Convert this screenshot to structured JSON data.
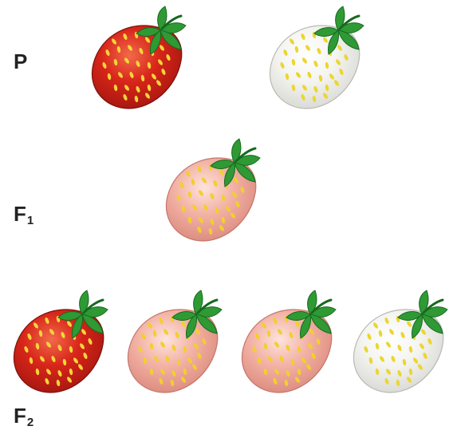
{
  "generations": [
    {
      "id": "P",
      "label": "P",
      "subscript": "",
      "fruits": [
        "red",
        "white"
      ]
    },
    {
      "id": "F1",
      "label": "F",
      "subscript": "1",
      "fruits": [
        "pink"
      ]
    },
    {
      "id": "F2",
      "label": "F",
      "subscript": "2",
      "fruits": [
        "red",
        "pink",
        "pink",
        "white"
      ]
    }
  ],
  "fruit_colors": {
    "red": {
      "body_light": "#f26a4a",
      "body_mid": "#d8261a",
      "body_dark": "#a1150f",
      "edge": "#7a110c",
      "seed": "#f5d53a"
    },
    "pink": {
      "body_light": "#fde3dc",
      "body_mid": "#f3b3a6",
      "body_dark": "#d9877a",
      "edge": "#c2776b",
      "seed": "#f2cf2e"
    },
    "white": {
      "body_light": "#ffffff",
      "body_mid": "#f4f4f1",
      "body_dark": "#d6d6d2",
      "edge": "#b9b9b4",
      "seed": "#ecd62f"
    }
  },
  "leaf_color": "#2f9a34",
  "leaf_dark": "#17691e",
  "icons": {
    "red": "strawberry-red-icon",
    "pink": "strawberry-pink-icon",
    "white": "strawberry-white-icon"
  }
}
